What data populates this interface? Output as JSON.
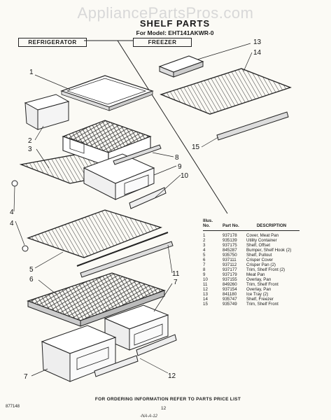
{
  "watermark": "AppliancePartsPros.com",
  "title": "SHELF PARTS",
  "subtitle": "For Model: EHT141AKWR-0",
  "sections": {
    "refrigerator": "REFRIGERATOR",
    "freezer": "FREEZER"
  },
  "callouts": [
    "1",
    "2",
    "3",
    "4",
    "4",
    "5",
    "6",
    "7",
    "7",
    "8",
    "9",
    "10",
    "11",
    "12",
    "13",
    "14",
    "15"
  ],
  "table": {
    "headers": {
      "illus": "Illus. No.",
      "part": "Part No.",
      "desc": "DESCRIPTION"
    },
    "rows": [
      {
        "illus": "1",
        "part": "937178",
        "desc": "Cover, Meat Pan"
      },
      {
        "illus": "2",
        "part": "935139",
        "desc": "Utility Container"
      },
      {
        "illus": "3",
        "part": "937175",
        "desc": "Shelf, Offset"
      },
      {
        "illus": "4",
        "part": "845287",
        "desc": "Bumper, Shelf Hook (2)"
      },
      {
        "illus": "5",
        "part": "935750",
        "desc": "Shelf, Pullout"
      },
      {
        "illus": "6",
        "part": "937111",
        "desc": "Crisper Cover"
      },
      {
        "illus": "7",
        "part": "937112",
        "desc": "Crisper Pan (2)"
      },
      {
        "illus": "8",
        "part": "937177",
        "desc": "Trim, Shelf Front (2)"
      },
      {
        "illus": "9",
        "part": "937179",
        "desc": "Meat Pan"
      },
      {
        "illus": "10",
        "part": "937155",
        "desc": "Overlay, Pan"
      },
      {
        "illus": "11",
        "part": "849260",
        "desc": "Trim, Shelf Front"
      },
      {
        "illus": "12",
        "part": "937154",
        "desc": "Overlay, Pan"
      },
      {
        "illus": "13",
        "part": "841180",
        "desc": "Ice Tray (2)"
      },
      {
        "illus": "14",
        "part": "935747",
        "desc": "Shelf, Freezer"
      },
      {
        "illus": "15",
        "part": "935749",
        "desc": "Trim, Shelf Front"
      }
    ]
  },
  "footer": "FOR ORDERING INFORMATION REFER TO PARTS PRICE LIST",
  "doc_number": "877148",
  "page_number": "12",
  "hand_note": "-NA-A-12"
}
